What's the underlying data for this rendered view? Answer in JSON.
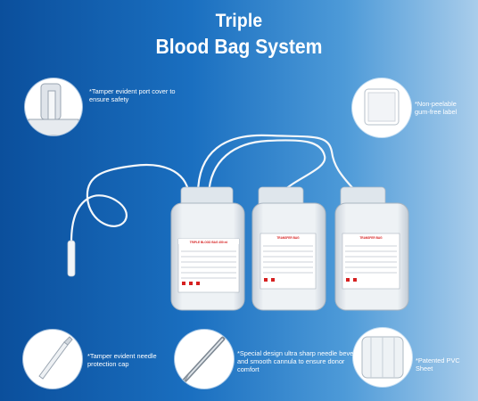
{
  "title": {
    "line1": "Triple",
    "line2": "Blood Bag System"
  },
  "callouts": {
    "port_cover": "*Tamper evident port cover to ensure safety",
    "label": "*Non-peelable gum-free label",
    "needle_cap": "*Tamper evident needle protection cap",
    "needle": "*Special design ultra sharp needle bevel and smooth cannula to ensure donor comfort",
    "pvc": "*Patented PVC Sheet"
  },
  "bag_labels": {
    "bag1": "TRIPLE BLOOD BAG 450 ml",
    "bag2": "TRANSFER BAG",
    "bag3": "TRANSFER BAG"
  },
  "colors": {
    "background_start": "#0b4f9c",
    "background_end": "#a9cdeb",
    "label_red": "#d62020"
  }
}
